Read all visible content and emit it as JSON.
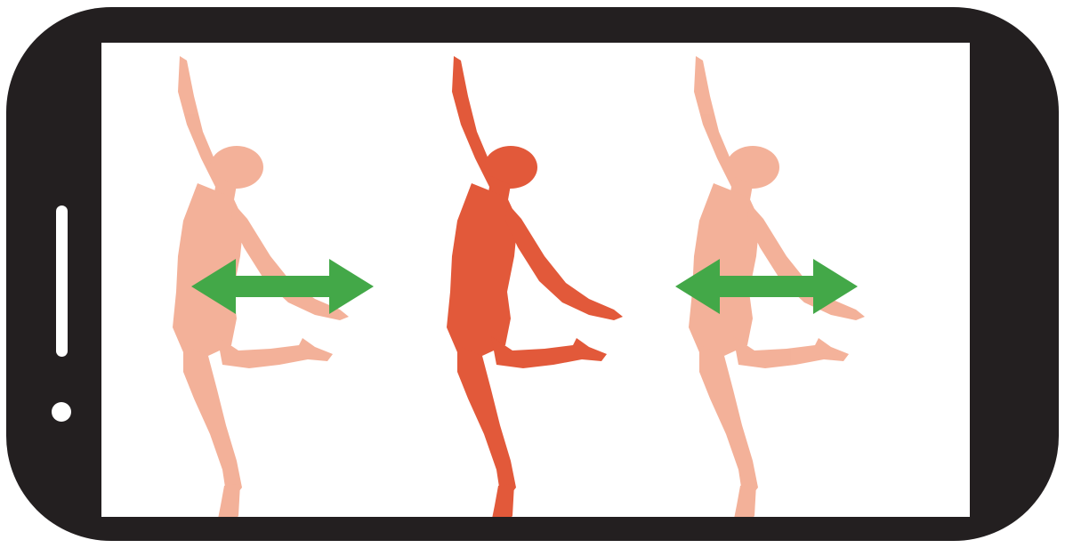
{
  "device": {
    "type": "smartphone-landscape",
    "frame_color": "#231f20",
    "screen_color": "#ffffff"
  },
  "figures": [
    {
      "icon": "dancer-figure-icon",
      "state": "faded",
      "color": "#f2a488",
      "opacity": 0.8
    },
    {
      "icon": "dancer-figure-icon",
      "state": "active",
      "color": "#e2593a",
      "opacity": 1
    },
    {
      "icon": "dancer-figure-icon",
      "state": "faded",
      "color": "#f2a488",
      "opacity": 0.8
    }
  ],
  "arrows": [
    {
      "icon": "double-headed-arrow-icon",
      "direction": "left-right",
      "color": "#43a848"
    },
    {
      "icon": "double-headed-arrow-icon",
      "direction": "left-right",
      "color": "#43a848"
    }
  ]
}
